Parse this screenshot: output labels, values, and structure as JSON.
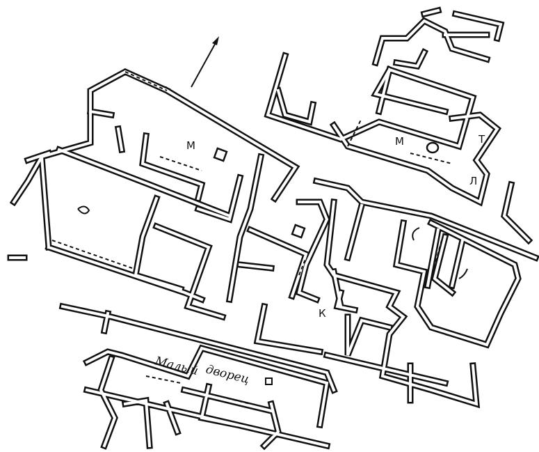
{
  "plan": {
    "labels": {
      "m_left": "М",
      "m_right": "М",
      "t": "Т",
      "l": "Л",
      "k": "К",
      "small_palace_word1": "Малый",
      "small_palace_word2": "дворец"
    },
    "north_arrow": "north-arrow",
    "ink_color": "#111111",
    "paper_color": "#ffffff"
  }
}
